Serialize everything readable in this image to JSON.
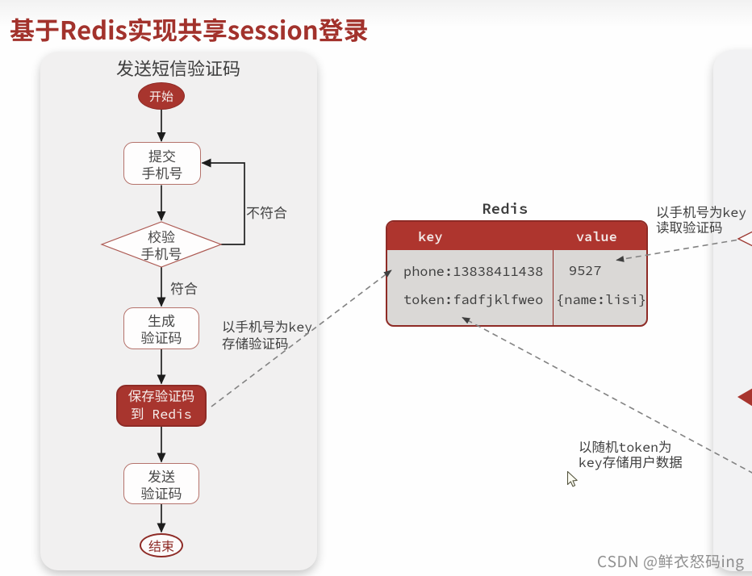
{
  "slide": {
    "title": "基于Redis实现共享session登录",
    "watermark": "CSDN @鲜衣怒码ing"
  },
  "colors": {
    "accent_red": "#a8352e",
    "accent_red_dark": "#8e2b26",
    "box_border_red": "#b5736c",
    "panel_bg": "#f1f0f0",
    "table_body_bg": "#dad8d6",
    "text_dark": "#3f3f3f",
    "dashed_line_gray": "#828282"
  },
  "flowchart": {
    "panel_title": "发送短信验证码",
    "nodes": [
      {
        "id": "start",
        "shape": "ellipse-filled",
        "label": "开始"
      },
      {
        "id": "submit-phone",
        "shape": "rounded-rect",
        "label": "提交\n手机号"
      },
      {
        "id": "validate-phone",
        "shape": "diamond",
        "label": "校验\n手机号"
      },
      {
        "id": "generate-code",
        "shape": "rounded-rect",
        "label": "生成\n验证码"
      },
      {
        "id": "save-to-redis",
        "shape": "rounded-rect-filled",
        "label": "保存验证码\n到 Redis"
      },
      {
        "id": "send-code",
        "shape": "rounded-rect",
        "label": "发送\n验证码"
      },
      {
        "id": "end",
        "shape": "ellipse-outline",
        "label": "结束"
      }
    ],
    "edge_labels": {
      "reject": "不符合",
      "accept": "符合"
    }
  },
  "redis_table": {
    "title": "Redis",
    "columns": [
      "key",
      "value"
    ],
    "rows": [
      {
        "key": "phone:13838411438",
        "value": "9527"
      },
      {
        "key": "token:fadfjklfweo",
        "value": "{name:lisi}"
      }
    ]
  },
  "annotations": {
    "store_code": "以手机号为key\n存储验证码",
    "read_code": "以手机号为key\n读取验证码",
    "store_user": "以随机token为\nkey存储用户数据"
  }
}
